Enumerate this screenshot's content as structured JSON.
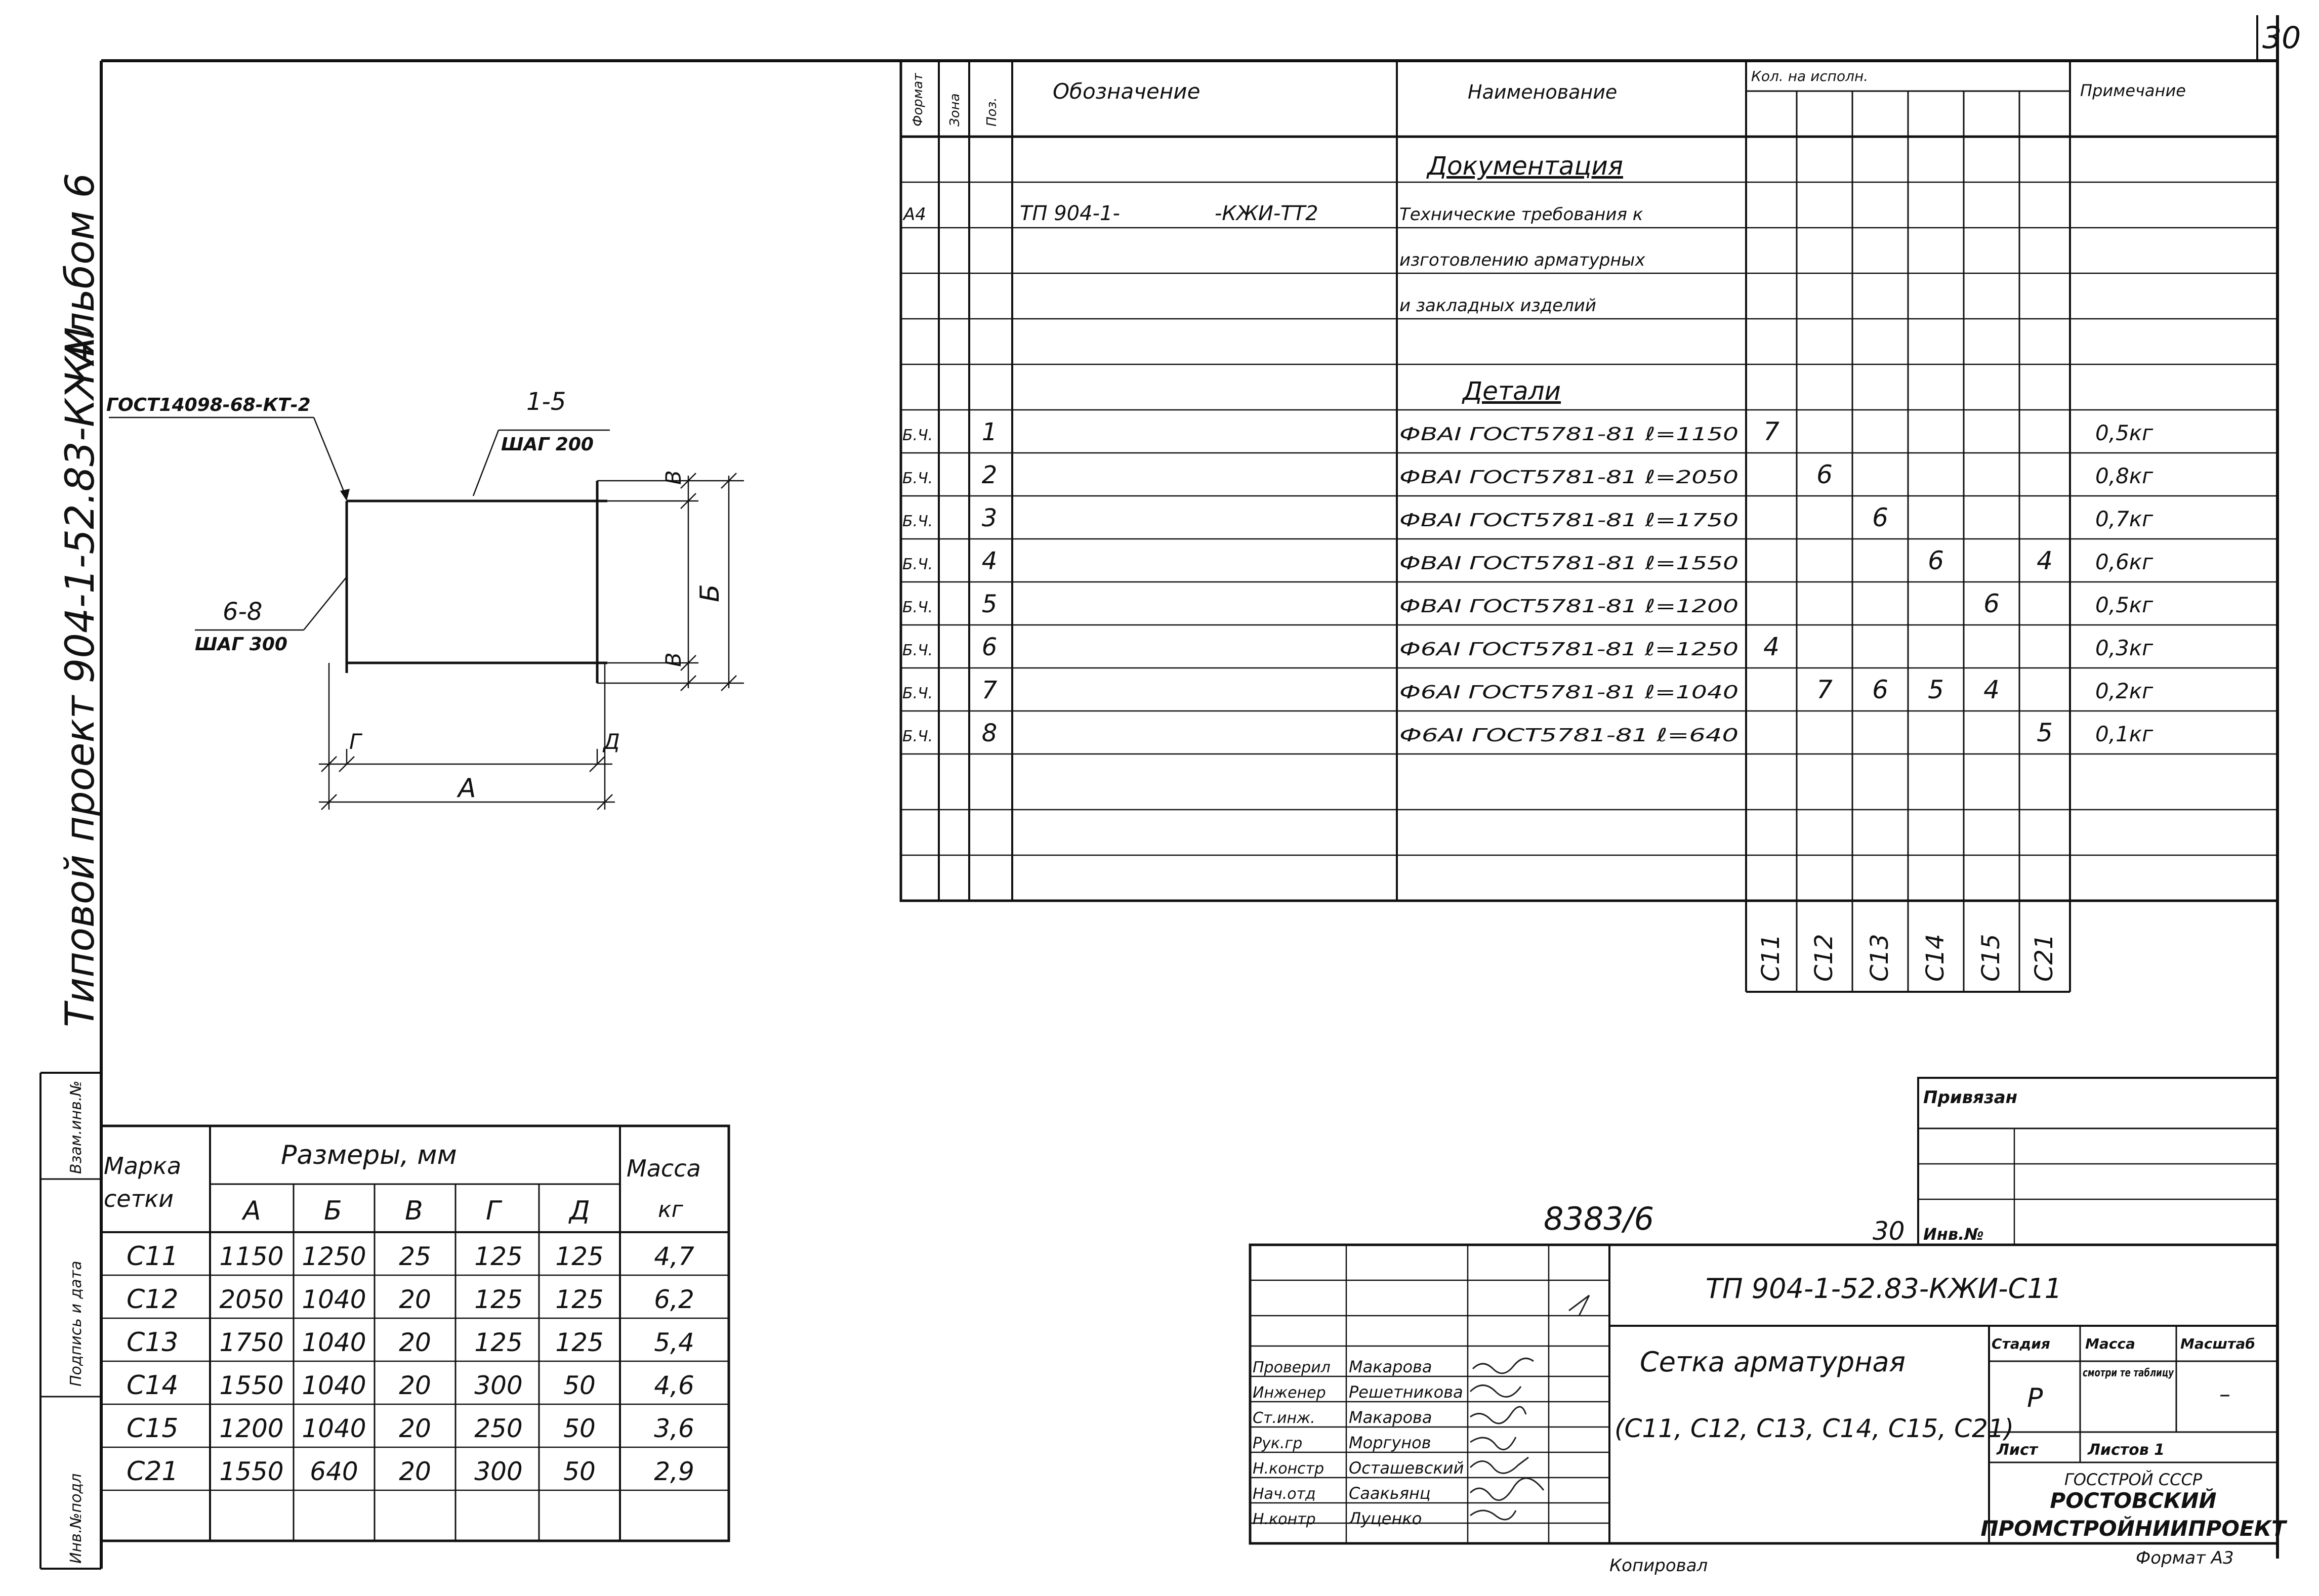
{
  "sheet_corner_number": "30",
  "left_margin": {
    "album": "Альбом 6",
    "project": "Типовой проект 904-1-52.83-КЖИ",
    "side_cells": [
      "Инв.№подл",
      "Подпись и дата",
      "Взам.инв.№"
    ]
  },
  "drawing": {
    "gost_label": "ГОСТ14098-68-КТ-2",
    "bars_top_label": "1-5",
    "bars_top_step": "ШАГ 200",
    "bars_side_label": "6-8",
    "bars_side_step": "ШАГ 300",
    "dim_v": "В",
    "dim_b": "Б",
    "dim_g": "Г",
    "dim_d": "Д",
    "dim_a": "А"
  },
  "spec": {
    "headers": {
      "format": "Формат",
      "zone": "Зона",
      "pos": "Поз.",
      "designation": "Обозначение",
      "name": "Наименование",
      "qty": "Кол. на исполн.",
      "note": "Примечание"
    },
    "section_docs": "Документация",
    "doc_row": {
      "format": "А4",
      "designation": "ТП 904-1-",
      "designation2": "-КЖИ-ТТ2"
    },
    "doc_name_lines": [
      "Технические требования к",
      "изготовлению арматурных",
      "и закладных изделий"
    ],
    "section_parts": "Детали",
    "rows": [
      {
        "format": "Б.Ч.",
        "pos": "1",
        "name": "ФВАI ГОСТ5781-81 ℓ=1150",
        "q": [
          "7",
          "",
          "",
          "",
          "",
          ""
        ],
        "note": "0,5кг"
      },
      {
        "format": "Б.Ч.",
        "pos": "2",
        "name": "ФВАI ГОСТ5781-81 ℓ=2050",
        "q": [
          "",
          "6",
          "",
          "",
          "",
          ""
        ],
        "note": "0,8кг"
      },
      {
        "format": "Б.Ч.",
        "pos": "3",
        "name": "ФВАI ГОСТ5781-81 ℓ=1750",
        "q": [
          "",
          "",
          "6",
          "",
          "",
          ""
        ],
        "note": "0,7кг"
      },
      {
        "format": "Б.Ч.",
        "pos": "4",
        "name": "ФВАI ГОСТ5781-81 ℓ=1550",
        "q": [
          "",
          "",
          "",
          "6",
          "",
          "4"
        ],
        "note": "0,6кг"
      },
      {
        "format": "Б.Ч.",
        "pos": "5",
        "name": "ФВАI ГОСТ5781-81 ℓ=1200",
        "q": [
          "",
          "",
          "",
          "",
          "6",
          ""
        ],
        "note": "0,5кг"
      },
      {
        "format": "Б.Ч.",
        "pos": "6",
        "name": "Ф6АI ГОСТ5781-81 ℓ=1250",
        "q": [
          "4",
          "",
          "",
          "",
          "",
          ""
        ],
        "note": "0,3кг"
      },
      {
        "format": "Б.Ч.",
        "pos": "7",
        "name": "Ф6АI ГОСТ5781-81 ℓ=1040",
        "q": [
          "",
          "7",
          "6",
          "5",
          "4",
          ""
        ],
        "note": "0,2кг"
      },
      {
        "format": "Б.Ч.",
        "pos": "8",
        "name": "Ф6АI ГОСТ5781-81 ℓ=640",
        "q": [
          "",
          "",
          "",
          "",
          "",
          "5"
        ],
        "note": "0,1кг"
      }
    ],
    "qty_columns": [
      "С11",
      "С12",
      "С13",
      "С14",
      "С15",
      "С21"
    ]
  },
  "sizes_table": {
    "h_mark": "Марка",
    "h_mark2": "сетки",
    "h_sizes": "Размеры, мм",
    "h_mass": "Масса",
    "h_mass2": "кг",
    "sub": [
      "А",
      "Б",
      "В",
      "Г",
      "Д"
    ],
    "rows": [
      {
        "mark": "С11",
        "a": "1150",
        "b": "1250",
        "v": "25",
        "g": "125",
        "d": "125",
        "m": "4,7"
      },
      {
        "mark": "С12",
        "a": "2050",
        "b": "1040",
        "v": "20",
        "g": "125",
        "d": "125",
        "m": "6,2"
      },
      {
        "mark": "С13",
        "a": "1750",
        "b": "1040",
        "v": "20",
        "g": "125",
        "d": "125",
        "m": "5,4"
      },
      {
        "mark": "С14",
        "a": "1550",
        "b": "1040",
        "v": "20",
        "g": "300",
        "d": "50",
        "m": "4,6"
      },
      {
        "mark": "С15",
        "a": "1200",
        "b": "1040",
        "v": "20",
        "g": "250",
        "d": "50",
        "m": "3,6"
      },
      {
        "mark": "С21",
        "a": "1550",
        "b": "640",
        "v": "20",
        "g": "300",
        "d": "50",
        "m": "2,9"
      }
    ]
  },
  "privyazan": "Привязан",
  "inv_no_label": "Инв.№",
  "archive_number": "8383/6",
  "archive_page": "30",
  "title_block": {
    "code": "ТП 904-1-52.83-КЖИ-С11",
    "title1": "Сетка арматурная",
    "title2": "(С11, С12, С13, С14, С15, С21)",
    "stage_h": "Стадия",
    "mass_h": "Масса",
    "scale_h": "Масштаб",
    "stage": "Р",
    "mass": "смотри те таблицу",
    "scale": "–",
    "sheet_h": "Лист",
    "sheets_h": "Листов 1",
    "org1": "ГОССТРОЙ СССР",
    "org2": "РОСТОВСКИЙ",
    "org3": "ПРОМСТРОЙНИИПРОЕКТ",
    "staff": [
      {
        "role": "Проверил",
        "name": "Макарова"
      },
      {
        "role": "Инженер",
        "name": "Решетникова"
      },
      {
        "role": "Ст.инж.",
        "name": "Макарова"
      },
      {
        "role": "Рук.гр",
        "name": "Моргунов"
      },
      {
        "role": "Н.констр",
        "name": "Осташевский"
      },
      {
        "role": "Нач.отд",
        "name": "Саакьянц"
      },
      {
        "role": "Н.контр",
        "name": "Луценко"
      }
    ]
  },
  "copied": "Копировал",
  "format": "Формат А3"
}
